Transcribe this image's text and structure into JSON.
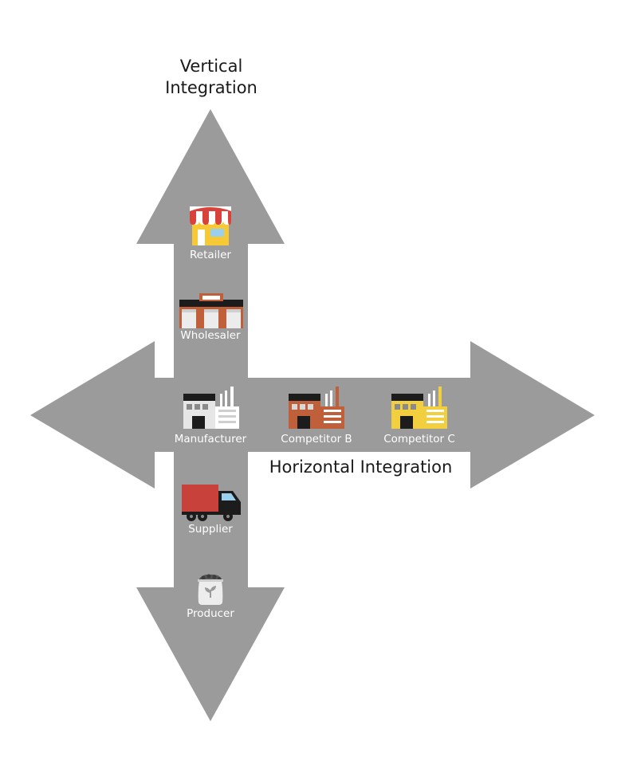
{
  "titles": {
    "vertical_line1": "Vertical",
    "vertical_line2": "Integration",
    "horizontal": "Horizontal Integration"
  },
  "nodes": {
    "retailer": {
      "label": "Retailer",
      "icon": "store-icon"
    },
    "wholesaler": {
      "label": "Wholesaler",
      "icon": "warehouse-icon"
    },
    "manufacturer": {
      "label": "Manufacturer",
      "icon": "factory-icon"
    },
    "competitor_b": {
      "label": "Competitor B",
      "icon": "factory-icon"
    },
    "competitor_c": {
      "label": "Competitor C",
      "icon": "factory-icon"
    },
    "supplier": {
      "label": "Supplier",
      "icon": "truck-icon"
    },
    "producer": {
      "label": "Producer",
      "icon": "sack-icon"
    }
  },
  "colors": {
    "arrow": "#9b9b9b",
    "label": "#ffffff",
    "manufacturer_body": "#e6e6e6",
    "competitor_b_body": "#c0603a",
    "competitor_c_body": "#f2cf3f",
    "truck_cargo": "#c8413a",
    "store_awning": "#d9423a",
    "store_body": "#f6c935"
  }
}
